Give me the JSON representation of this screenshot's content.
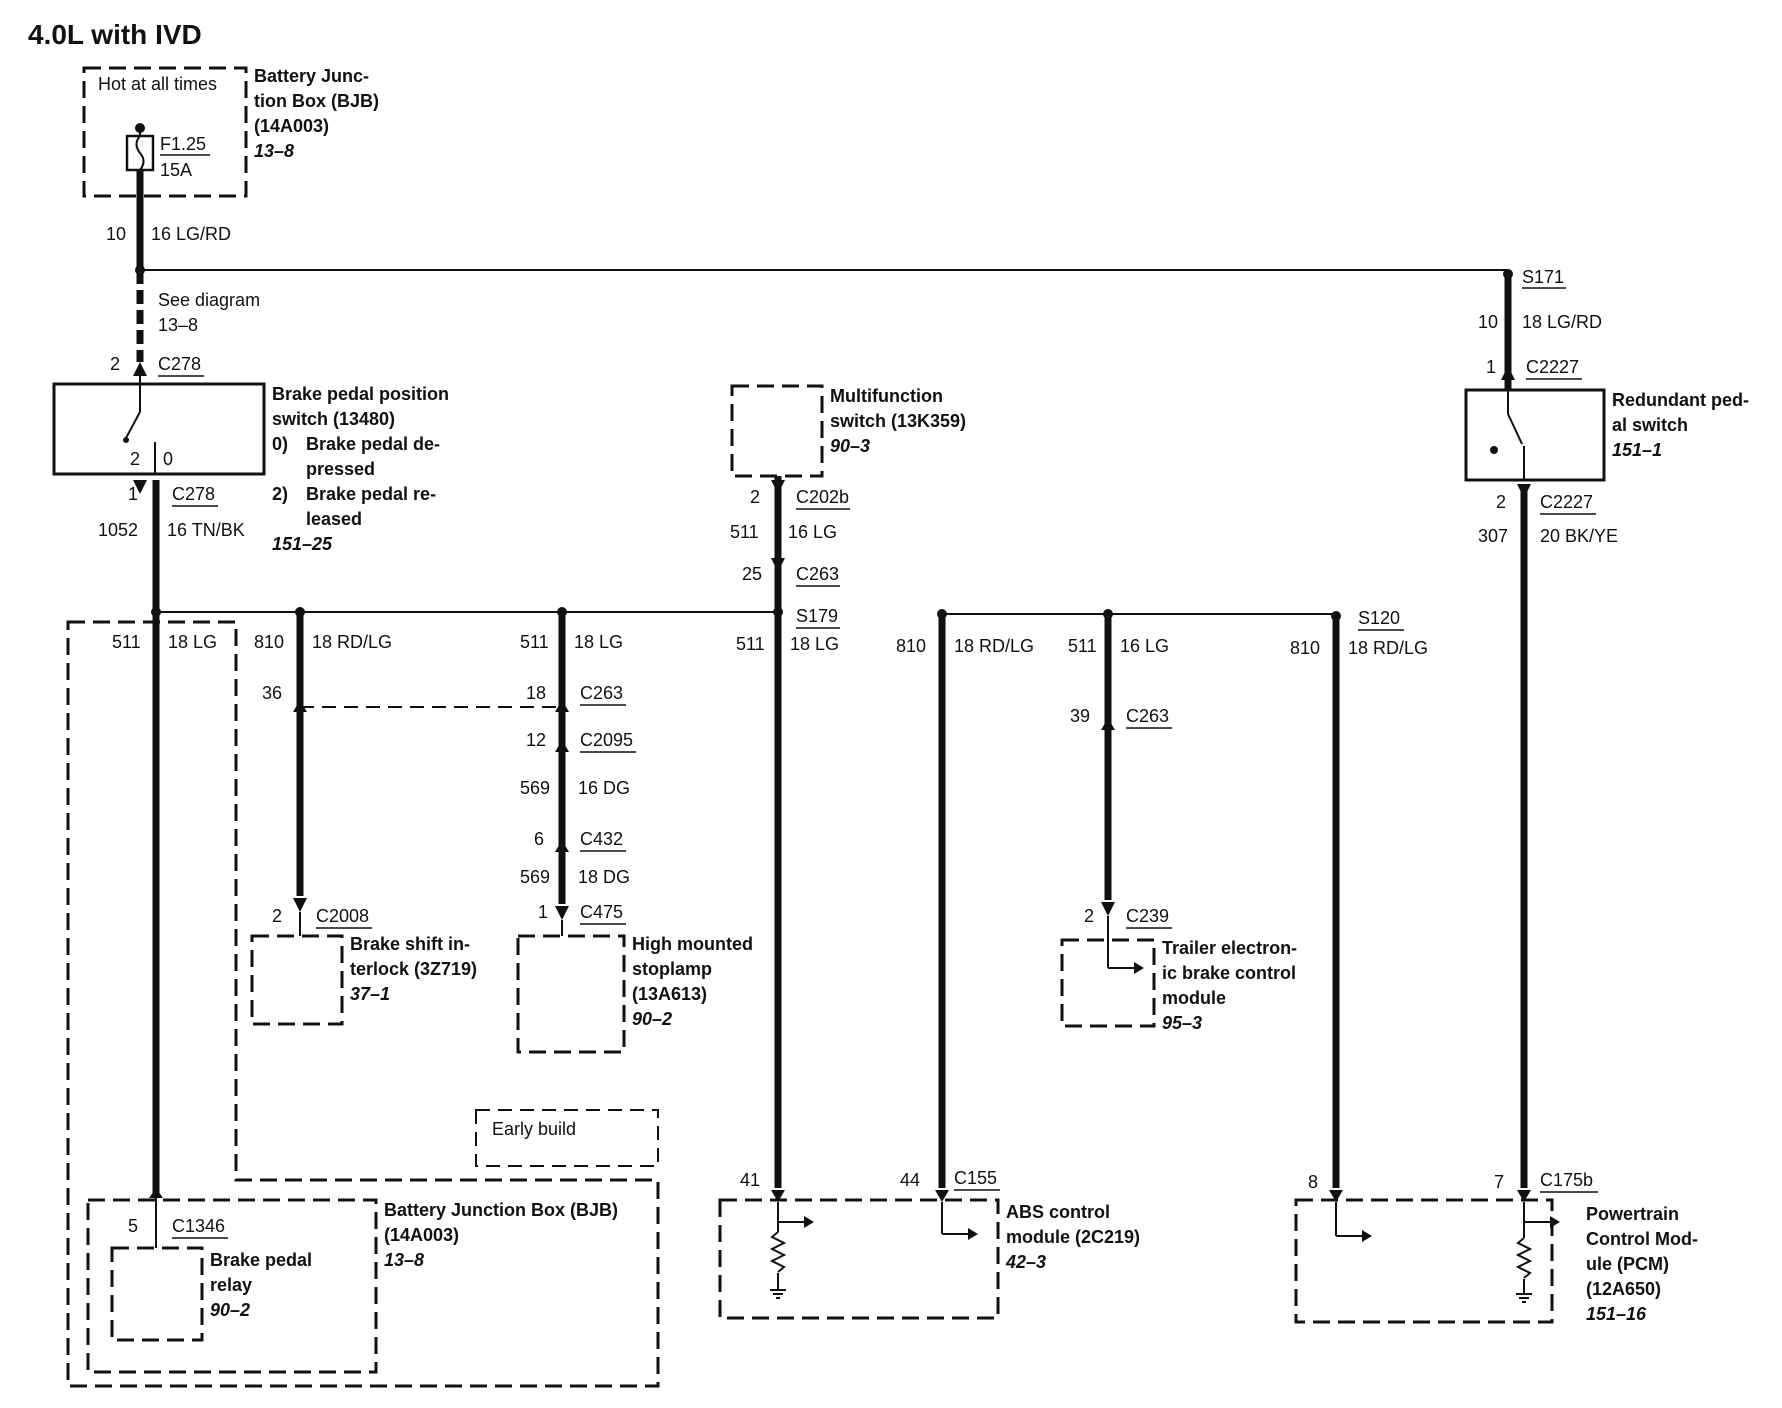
{
  "title": "4.0L with IVD",
  "bjb_top": {
    "note": "Hot at all times",
    "name_l1": "Battery Junc-",
    "name_l2": "tion Box (BJB)",
    "part": "(14A003)",
    "ref": "13–8",
    "fuse_id": "F1.25",
    "fuse_rating": "15A"
  },
  "feed": {
    "circuit": "10",
    "wire": "16 LG/RD"
  },
  "see_diagram": {
    "l1": "See diagram",
    "l2": "13–8"
  },
  "splice_s171": "S171",
  "s171_branch": {
    "circuit": "10",
    "wire": "18 LG/RD"
  },
  "bpp_switch": {
    "conn_in_pin": "2",
    "conn_in": "C278",
    "name_l1": "Brake pedal position",
    "name_l2": "switch (13480)",
    "state0_num": "0)",
    "state0_l1": "Brake pedal de-",
    "state0_l2": "pressed",
    "state2_num": "2)",
    "state2_l1": "Brake pedal re-",
    "state2_l2": "leased",
    "ref": "151–25",
    "pos_a": "2",
    "pos_b": "0",
    "conn_out_pin": "1",
    "conn_out": "C278",
    "out_circuit": "1052",
    "out_wire": "16 TN/BK"
  },
  "multifunction": {
    "name_l1": "Multifunction",
    "name_l2": "switch (13K359)",
    "ref": "90–3",
    "pin1": "2",
    "conn1": "C202b",
    "circuit": "511",
    "wire": "16 LG",
    "pin2": "25",
    "conn2": "C263",
    "splice": "S179"
  },
  "redundant": {
    "conn_in_pin": "1",
    "conn_in": "C2227",
    "name_l1": "Redundant ped-",
    "name_l2": "al switch",
    "ref": "151–1",
    "conn_out_pin": "2",
    "conn_out": "C2227",
    "out_circuit": "307",
    "out_wire": "20 BK/YE"
  },
  "drops": {
    "a": {
      "circuit": "511",
      "wire": "18 LG"
    },
    "b": {
      "circuit": "810",
      "wire": "18 RD/LG"
    },
    "c": {
      "circuit": "511",
      "wire": "18 LG"
    },
    "d": {
      "circuit": "511",
      "wire": "18 LG"
    },
    "e": {
      "circuit": "810",
      "wire": "18 RD/LG"
    },
    "f": {
      "circuit": "511",
      "wire": "16 LG"
    },
    "g": {
      "circuit": "810",
      "wire": "18 RD/LG"
    }
  },
  "splice_s120": "S120",
  "shift_interlock_path": {
    "pin_c263": "36",
    "pin_c2008": "2",
    "conn_c2008": "C2008",
    "name_l1": "Brake shift in-",
    "name_l2": "terlock (3Z719)",
    "ref": "37–1"
  },
  "stoplamp_path": {
    "pin_c263": "18",
    "conn_c263": "C263",
    "pin_c2095": "12",
    "conn_c2095": "C2095",
    "circ1": "569",
    "wire1": "16 DG",
    "pin_c432": "6",
    "conn_c432": "C432",
    "circ2": "569",
    "wire2": "18 DG",
    "pin_c475": "1",
    "conn_c475": "C475",
    "name_l1": "High mounted",
    "name_l2": "stoplamp",
    "part": "(13A613)",
    "ref": "90–2"
  },
  "trailer": {
    "pin_c263": "39",
    "conn_c263": "C263",
    "pin_c239": "2",
    "conn_c239": "C239",
    "name_l1": "Trailer electron-",
    "name_l2": "ic brake control",
    "name_l3": "module",
    "ref": "95–3"
  },
  "early_build": "Early build",
  "bjb_bottom": {
    "pin": "5",
    "conn": "C1346",
    "name": "Battery Junction Box (BJB)",
    "part": "(14A003)",
    "ref": "13–8",
    "relay_l1": "Brake pedal",
    "relay_l2": "relay",
    "relay_ref": "90–2"
  },
  "abs": {
    "pin_a": "41",
    "pin_b": "44",
    "conn": "C155",
    "name_l1": "ABS control",
    "name_l2": "module (2C219)",
    "ref": "42–3"
  },
  "pcm": {
    "pin_a": "8",
    "pin_b": "7",
    "conn": "C175b",
    "name_l1": "Powertrain",
    "name_l2": "Control Mod-",
    "name_l3": "ule (PCM)",
    "part": "(12A650)",
    "ref": "151–16"
  }
}
